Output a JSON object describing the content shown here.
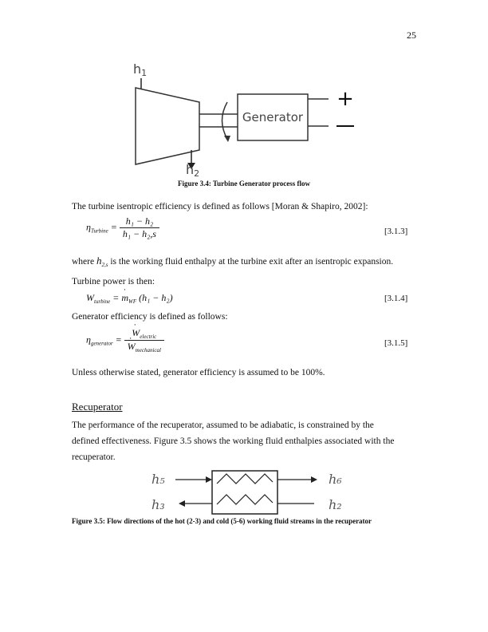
{
  "page_number": "25",
  "figure_3_4": {
    "label_in": "h",
    "label_in_sub": "1",
    "label_out": "h",
    "label_out_sub": "2",
    "generator_label": "Generator",
    "plus": "+",
    "minus": "—",
    "caption": "Figure 3.4:  Turbine Generator process flow"
  },
  "para1": "The turbine isentropic efficiency is defined as follows [Moran & Shapiro, 2002]:",
  "eq1": {
    "lhs": "η",
    "lhs_sub": "Turbine",
    "num": "h₁ − h₂",
    "den": "h₁ − h₂,s",
    "number": "[3.1.3]"
  },
  "where_pre": "where",
  "where_sym": "h",
  "where_sub": "2,s",
  "where_post": "is the working fluid enthalpy at the turbine exit after an isentropic expansion.",
  "para2": "Turbine power is then:",
  "eq2": {
    "lhs": "W",
    "lhs_sub": "turbine",
    "rhs_pre": "= ",
    "mdot": "m",
    "mdot_sub": "WF",
    "rhs_post": " (h₁ − h₂)",
    "number": "[3.1.4]"
  },
  "para3": "Generator efficiency is defined as follows:",
  "eq3": {
    "lhs": "η",
    "lhs_sub": "generator",
    "num": "W",
    "num_sub": "electric",
    "den": "W",
    "den_sub": "mechanical",
    "number": "[3.1.5]"
  },
  "para4": "Unless otherwise stated, generator efficiency is assumed to be 100%.",
  "heading": "Recuperator",
  "para5_lines": [
    "The performance of the recuperator, assumed to be adiabatic, is constrained by the",
    "defined effectiveness.  Figure 3.5 shows the working fluid enthalpies associated with the",
    "recuperator."
  ],
  "figure_3_5": {
    "h5": "h₅",
    "h6": "h₆",
    "h3": "h₃",
    "h2": "h₂",
    "caption": "Figure 3.5: Flow directions of the hot (2-3) and cold (5-6) working fluid streams in the recuperator"
  }
}
